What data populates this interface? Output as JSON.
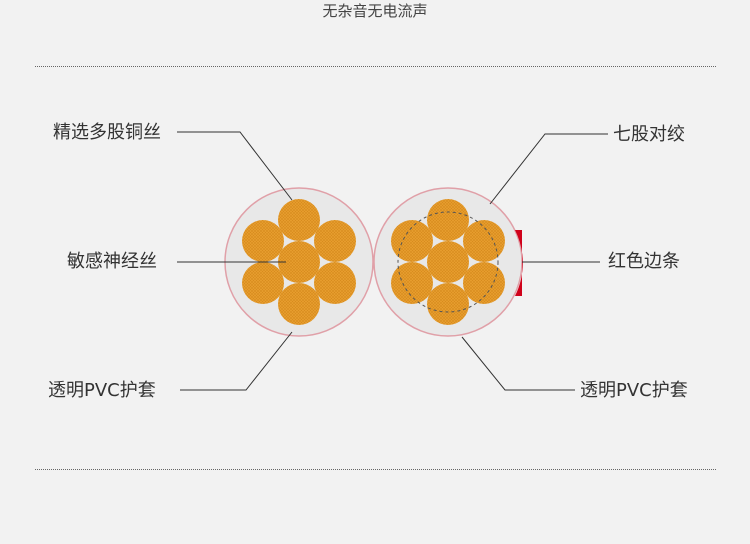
{
  "header": {
    "title": "无杂音无电流声"
  },
  "labels": {
    "left_top": "精选多股铜丝",
    "left_mid": "敏感神经丝",
    "left_bottom": "透明PVC护套",
    "right_top": "七股对绞",
    "right_mid": "红色边条",
    "right_bottom": "透明PVC护套"
  },
  "colors": {
    "background": "#f2f2f2",
    "sheath_fill": "#e8e8e8",
    "sheath_outline": "#e0a0a8",
    "copper_strand": "#e8a030",
    "red_stripe": "#d0021b",
    "leader_line": "#333333"
  }
}
